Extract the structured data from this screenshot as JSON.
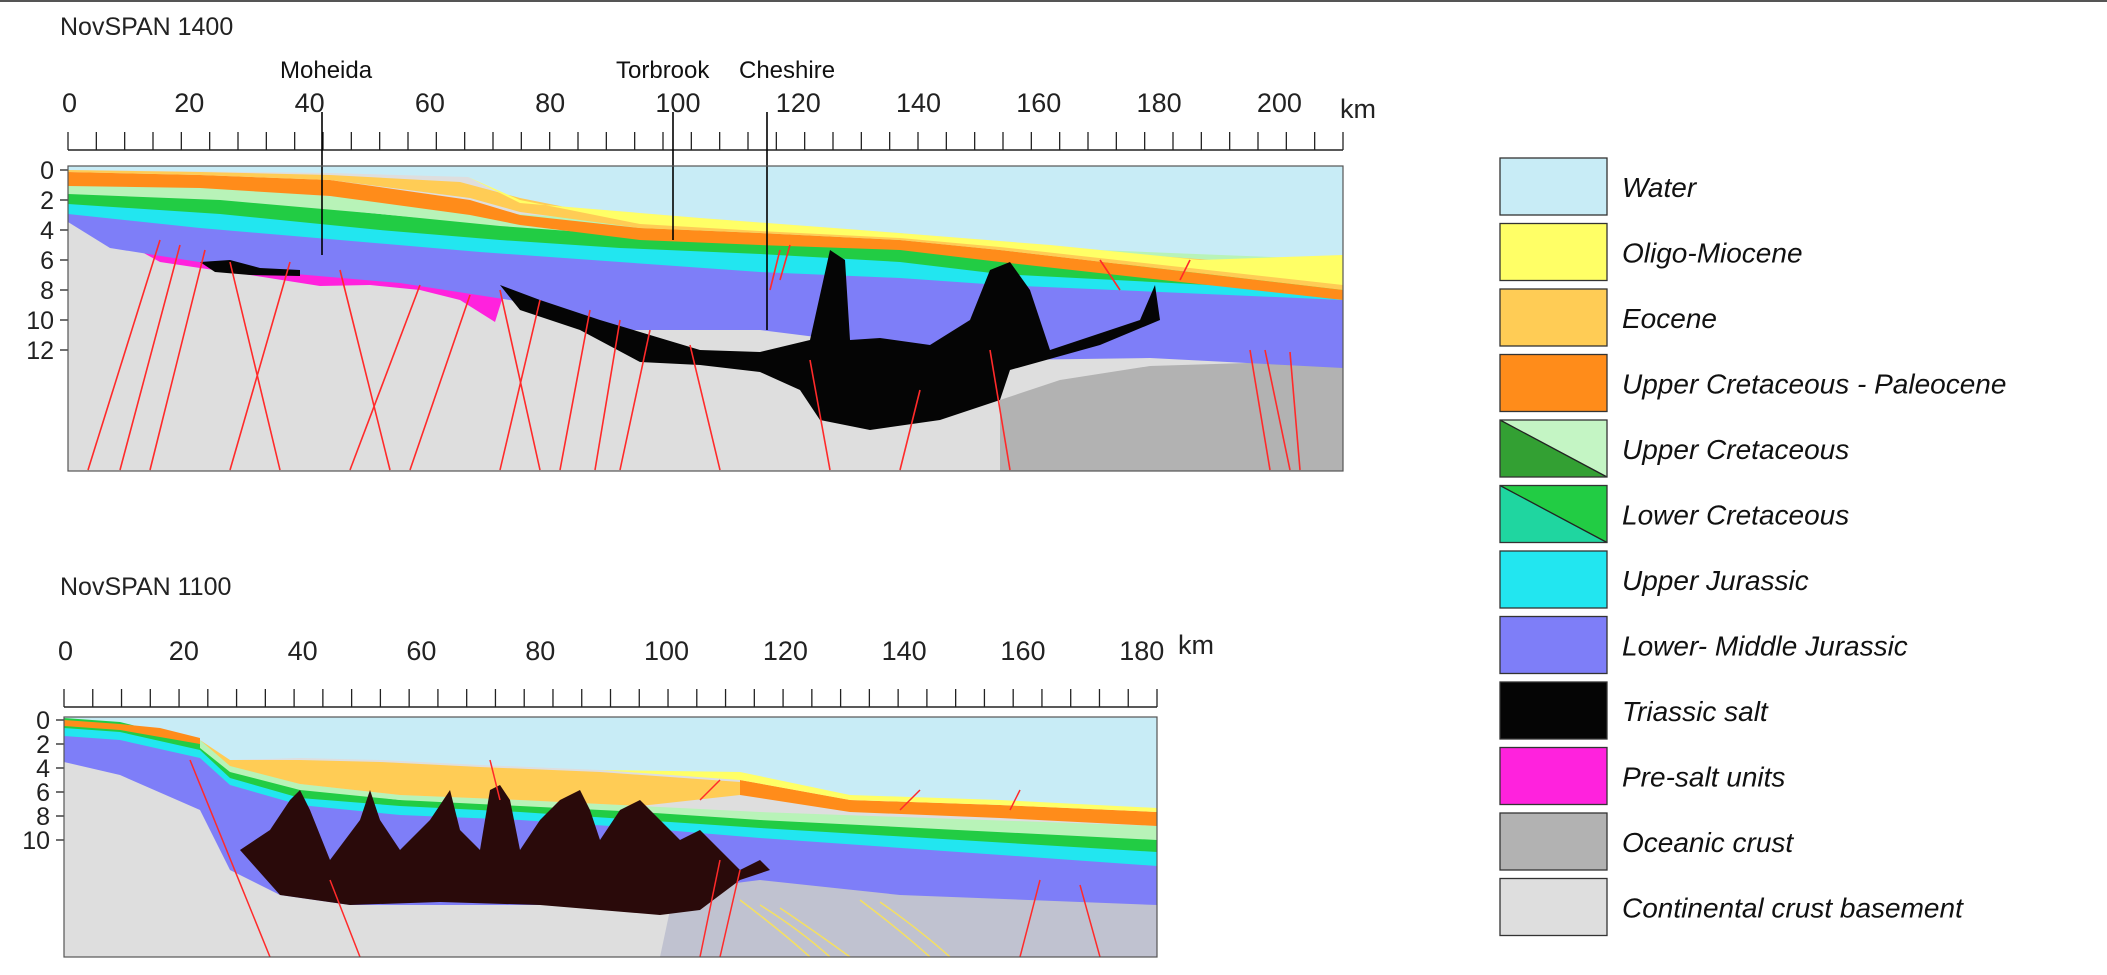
{
  "sections": [
    {
      "title": "NovSPAN 1400",
      "unit": "km",
      "x_ticks": [
        "0",
        "20",
        "40",
        "60",
        "80",
        "100",
        "120",
        "140",
        "160",
        "180",
        "200"
      ],
      "depth_ticks": [
        "0",
        "2",
        "4",
        "6",
        "8",
        "10",
        "12"
      ],
      "wells": [
        "Moheida",
        "Torbrook",
        "Cheshire"
      ]
    },
    {
      "title": "NovSPAN 1100",
      "unit": "km",
      "x_ticks": [
        "0",
        "20",
        "40",
        "60",
        "80",
        "100",
        "120",
        "140",
        "160",
        "180"
      ],
      "depth_ticks": [
        "0",
        "2",
        "4",
        "6",
        "8",
        "10"
      ]
    }
  ],
  "legend": [
    {
      "label": "Water",
      "color": "#c8ecf6"
    },
    {
      "label": "Oligo-Miocene",
      "color": "#ffff66"
    },
    {
      "label": "Eocene",
      "color": "#ffcc55"
    },
    {
      "label": "Upper Cretaceous - Paleocene",
      "color": "#ff8c1a"
    },
    {
      "label": "Upper Cretaceous",
      "color": "#33a033",
      "color2": "#c4f5c4",
      "split": true
    },
    {
      "label": "Lower Cretaceous",
      "color": "#1fd6a0",
      "color2": "#22cc44",
      "split": true
    },
    {
      "label": "Upper Jurassic",
      "color": "#22e6f0"
    },
    {
      "label": "Lower- Middle Jurassic",
      "color": "#7e7ef8"
    },
    {
      "label": "Triassic salt",
      "color": "#050505"
    },
    {
      "label": "Pre-salt units",
      "color": "#ff22dd"
    },
    {
      "label": "Oceanic crust",
      "color": "#b2b2b2"
    },
    {
      "label": "Continental crust basement",
      "color": "#dedede"
    }
  ]
}
